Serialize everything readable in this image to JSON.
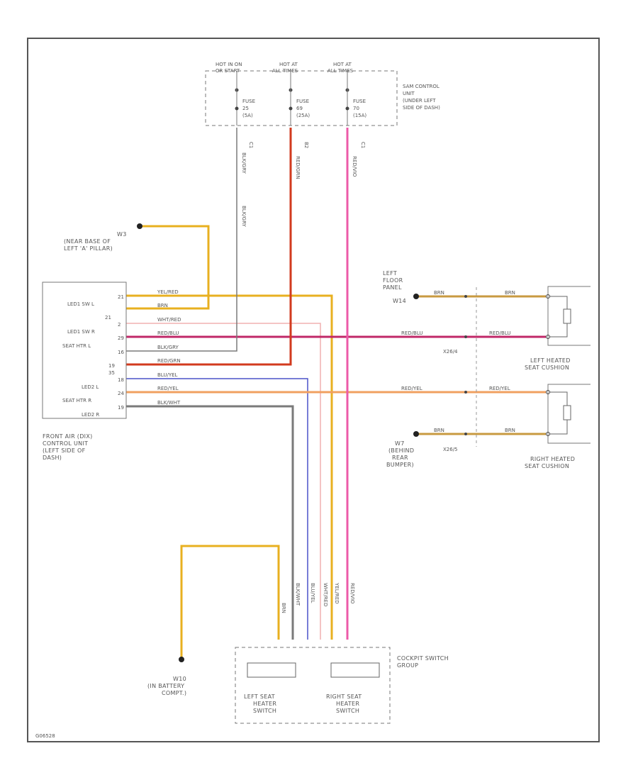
{
  "diagram_id": "G06528",
  "top_fuses": [
    {
      "hot_label": "HOT IN ON",
      "hot_sub": "OR START",
      "fuse": "FUSE",
      "num": "25",
      "amp": "(5A)",
      "conn": "C1",
      "wire": "BLK/GRY"
    },
    {
      "hot_label": "HOT AT",
      "hot_sub": "ALL TIMES",
      "fuse": "FUSE",
      "num": "69",
      "amp": "(25A)",
      "conn": "B2",
      "wire": "RED/GRN"
    },
    {
      "hot_label": "HOT AT",
      "hot_sub": "ALL TIMES",
      "fuse": "FUSE",
      "num": "70",
      "amp": "(15A)",
      "conn": "C1",
      "wire": "RED/VIO"
    }
  ],
  "sam_control_unit": [
    "SAM CONTROL",
    "UNIT",
    "(UNDER LEFT",
    "SIDE OF DASH)"
  ],
  "ground_w3": [
    "W3",
    "(NEAR BASE OF",
    "LEFT 'A' PILLAR)"
  ],
  "module_pins": [
    {
      "label": "LED1 SW L",
      "pin": "21",
      "wire": "YEL/RED"
    },
    {
      "label": "",
      "pin": "21",
      "wire": "BRN"
    },
    {
      "label": "LED1 SW R",
      "pin": "2",
      "wire": "WHT/RED"
    },
    {
      "label": "SEAT HTR L",
      "pin": "29",
      "wire": "RED/BLU"
    },
    {
      "label": "",
      "pin": "16",
      "wire": "BLK/GRY"
    },
    {
      "label": "",
      "pin": "19",
      "wire": "RED/GRN"
    },
    {
      "label": "",
      "pin": "35",
      "wire": ""
    },
    {
      "label": "LED2 L",
      "pin": "18",
      "wire": "BLU/YEL"
    },
    {
      "label": "SEAT HTR R",
      "pin": "24",
      "wire": "RED/YEL"
    },
    {
      "label": "LED2 R",
      "pin": "19",
      "wire": "BLK/WHT"
    }
  ],
  "front_module": [
    "FRONT AIR (DIX)",
    "CONTROL UNIT",
    "(LEFT SIDE OF",
    "DASH)"
  ],
  "left_floor": [
    "LEFT",
    "FLOOR",
    "PANEL",
    "W14"
  ],
  "splice_left": "X26/4",
  "splice_right": "X26/5",
  "ground_w7": [
    "W7",
    "(BEHIND",
    "REAR",
    "BUMPER)"
  ],
  "left_cushion": [
    "LEFT HEATED",
    "SEAT CUSHION"
  ],
  "right_cushion": [
    "RIGHT HEATED",
    "SEAT CUSHION"
  ],
  "right_wires": [
    "BRN",
    "BRN",
    "RED/BLU",
    "RED/BLU",
    "RED/YEL",
    "RED/YEL",
    "BRN",
    "BRN"
  ],
  "ground_w10": [
    "W10",
    "(IN BATTERY",
    "COMPT.)"
  ],
  "cockpit_group": [
    "COCKPIT SWITCH",
    "GROUP"
  ],
  "left_switch": [
    "LEFT SEAT",
    "HEATER",
    "SWITCH"
  ],
  "right_switch": [
    "RIGHT SEAT",
    "HEATER",
    "SWITCH"
  ],
  "bottom_wires": [
    "BRN",
    "BLK/WHT",
    "BLU/YEL",
    "WHT/RED",
    "YEL/RED",
    "RED/VIO"
  ],
  "colors": {
    "yellow": "#e8b020",
    "red": "#d23a1e",
    "orange": "#f0a060",
    "pink": "#ec5aa8",
    "magenta": "#c02868",
    "gray": "#7a7a7a",
    "blue": "#4a52c8",
    "lightpink": "#f0b0b0",
    "wire_tan": "#c89a40"
  }
}
